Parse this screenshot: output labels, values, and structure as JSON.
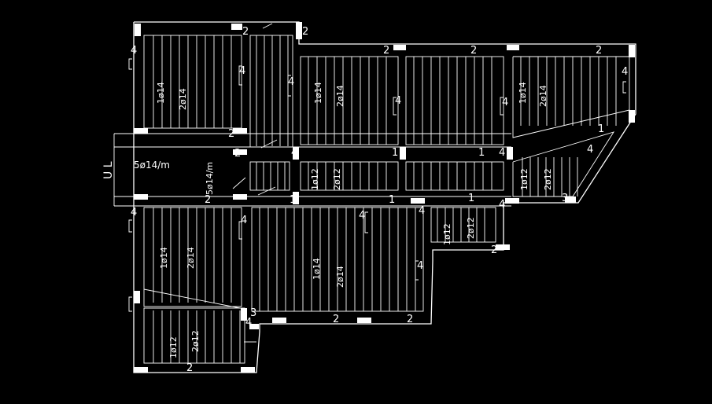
{
  "drawing": {
    "background": "#000000",
    "line_color": "#ffffff",
    "section_mark": "U L",
    "labels": {
      "d14_1": "1ø14",
      "d14_2": "2ø14",
      "d12_1": "1ø12",
      "d12_2": "2ø12",
      "d14m": "5ø14/m",
      "n1": "1",
      "n2": "2",
      "n3": "3",
      "n4": "4"
    }
  }
}
